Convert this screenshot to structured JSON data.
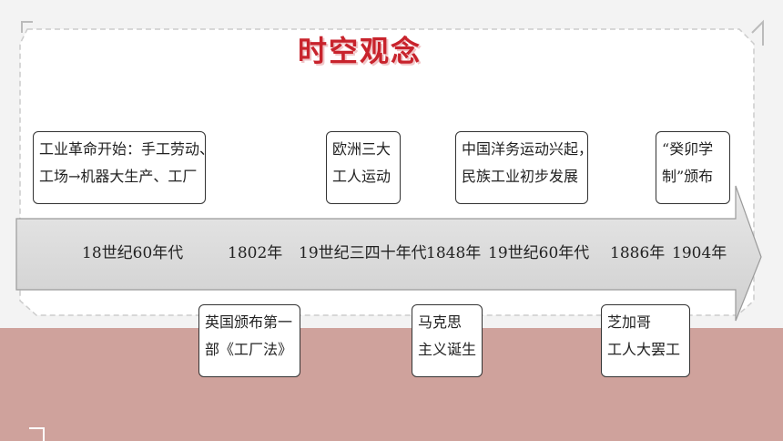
{
  "title": "时空观念",
  "timeline": {
    "labels": [
      "18世纪60年代",
      "1802年",
      "19世纪三四十年代",
      "1848年",
      "19世纪60年代",
      "1886年",
      "1904年"
    ]
  },
  "events_top": [
    {
      "lines": [
        "工业革命开始：手工劳动、",
        "工场→机器大生产、工厂"
      ]
    },
    {
      "lines": [
        "欧洲三大",
        "工人运动"
      ]
    },
    {
      "lines": [
        "中国洋务运动兴起，",
        "民族工业初步发展"
      ]
    },
    {
      "lines": [
        "“癸卯学",
        "制”颁布"
      ]
    }
  ],
  "events_bottom": [
    {
      "lines": [
        "英国颁布第一",
        "部《工厂法》"
      ]
    },
    {
      "lines": [
        "马克思",
        "主义诞生"
      ]
    },
    {
      "lines": [
        "芝加哥",
        "工人大罢工"
      ]
    }
  ],
  "colors": {
    "accent": "#c8232c",
    "band": "#cfa29c",
    "arrow": "#dcdcdc"
  }
}
